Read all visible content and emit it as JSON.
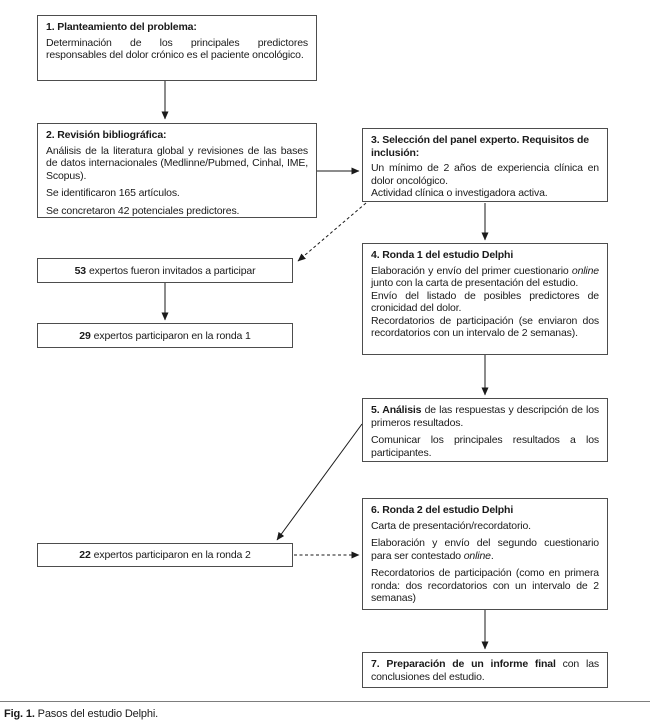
{
  "style": {
    "background": "#ffffff",
    "box_border_color": "#4d4d4d",
    "arrow_color": "#1a1a1a",
    "caption_rule_color": "#7d7d7d"
  },
  "boxes": {
    "step1": {
      "title": "1. Planteamiento del problema:",
      "p1": "Determinación de los principales predictores responsables del dolor crónico es el paciente oncológico."
    },
    "step2": {
      "title": "2. Revisión bibliográfica:",
      "p1": "Análisis de la literatura global y revisiones de las bases de datos internacionales (Medlinne/Pubmed, Cinhal, IME, Scopus).",
      "p2": "Se identificaron 165 artículos.",
      "p3": "Se concretaron 42 potenciales predictores."
    },
    "step3": {
      "title": "3. Selección del panel experto. Requisitos de inclusión:",
      "p1": "Un mínimo de 2 años de experiencia clínica en dolor oncológico.",
      "p2": "Actividad clínica o investigadora activa."
    },
    "step4": {
      "title": "4. Ronda 1 del estudio Delphi",
      "p1_pre": "Elaboración y envío del primer cuestionario ",
      "p1_italic": "online",
      "p1_post": " junto con la carta de presentación del estudio.",
      "p2": "Envío del listado de posibles predictores de cronicidad del dolor.",
      "p3": "Recordatorios de participación (se enviaron dos recordatorios con un intervalo de 2 semanas)."
    },
    "step5": {
      "p1_bold": "5. Análisis",
      "p1_rest": " de las respuestas y descripción de los primeros resultados.",
      "p2": "Comunicar los principales resultados a los participantes."
    },
    "step6": {
      "title": "6. Ronda 2 del estudio Delphi",
      "p1": "Carta de presentación/recordatorio.",
      "p2_pre": "Elaboración y envío del segundo cuestionario para ser contestado ",
      "p2_italic": "online",
      "p2_post": ".",
      "p3": "Recordatorios de participación (como en primera ronda: dos recordatorios con un intervalo de 2 semanas)"
    },
    "step7": {
      "p1_bold": "7. Preparación de un informe final",
      "p1_rest": " con las conclusiones del estudio."
    }
  },
  "side_boxes": {
    "invited": {
      "number": "53",
      "text": "expertos fueron invitados a participar"
    },
    "round1": {
      "number": "29",
      "text": "expertos participaron en la ronda 1"
    },
    "round2": {
      "number": "22",
      "text": "expertos participaron en la ronda 2"
    }
  },
  "caption": {
    "label": "Fig. 1.",
    "text": " Pasos del estudio Delphi."
  }
}
